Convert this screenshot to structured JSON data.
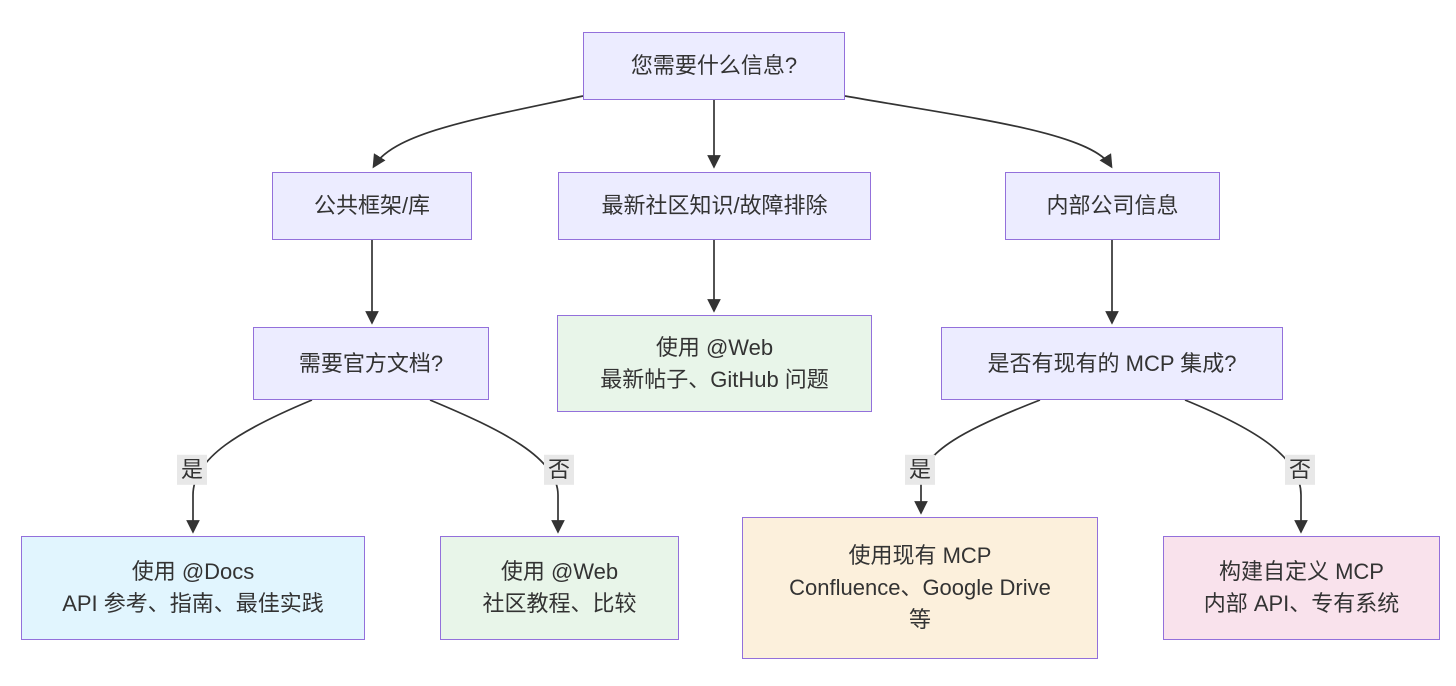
{
  "diagram": {
    "nodes": {
      "root": {
        "label": "您需要什么信息?"
      },
      "public_frameworks": {
        "label": "公共框架/库"
      },
      "community_knowledge": {
        "label": "最新社区知识/故障排除"
      },
      "internal_company": {
        "label": "内部公司信息"
      },
      "need_official_docs": {
        "label": "需要官方文档?"
      },
      "use_web_latest": {
        "line1": "使用 @Web",
        "line2": "最新帖子、GitHub 问题"
      },
      "existing_mcp_question": {
        "label": "是否有现有的 MCP 集成?"
      },
      "use_docs": {
        "line1": "使用 @Docs",
        "line2": "API 参考、指南、最佳实践"
      },
      "use_web_community": {
        "line1": "使用 @Web",
        "line2": "社区教程、比较"
      },
      "use_existing_mcp": {
        "line1": "使用现有 MCP",
        "line2": "Confluence、Google Drive",
        "line3": "等"
      },
      "build_custom_mcp": {
        "line1": "构建自定义 MCP",
        "line2": "内部 API、专有系统"
      }
    },
    "edge_labels": {
      "docs_yes": "是",
      "docs_no": "否",
      "mcp_yes": "是",
      "mcp_no": "否"
    },
    "colors": {
      "canvas_bg": "#FFFFFF",
      "node_default_bg": "#ECECFF",
      "node_border": "#9370DB",
      "blue_bg": "#E1F5FE",
      "green_bg": "#E8F5E9",
      "orange_bg": "#FCF0DC",
      "pink_bg": "#F9E2EC",
      "edge": "#333333",
      "edge_label_bg": "#E8E8E8",
      "text": "#333333"
    }
  }
}
